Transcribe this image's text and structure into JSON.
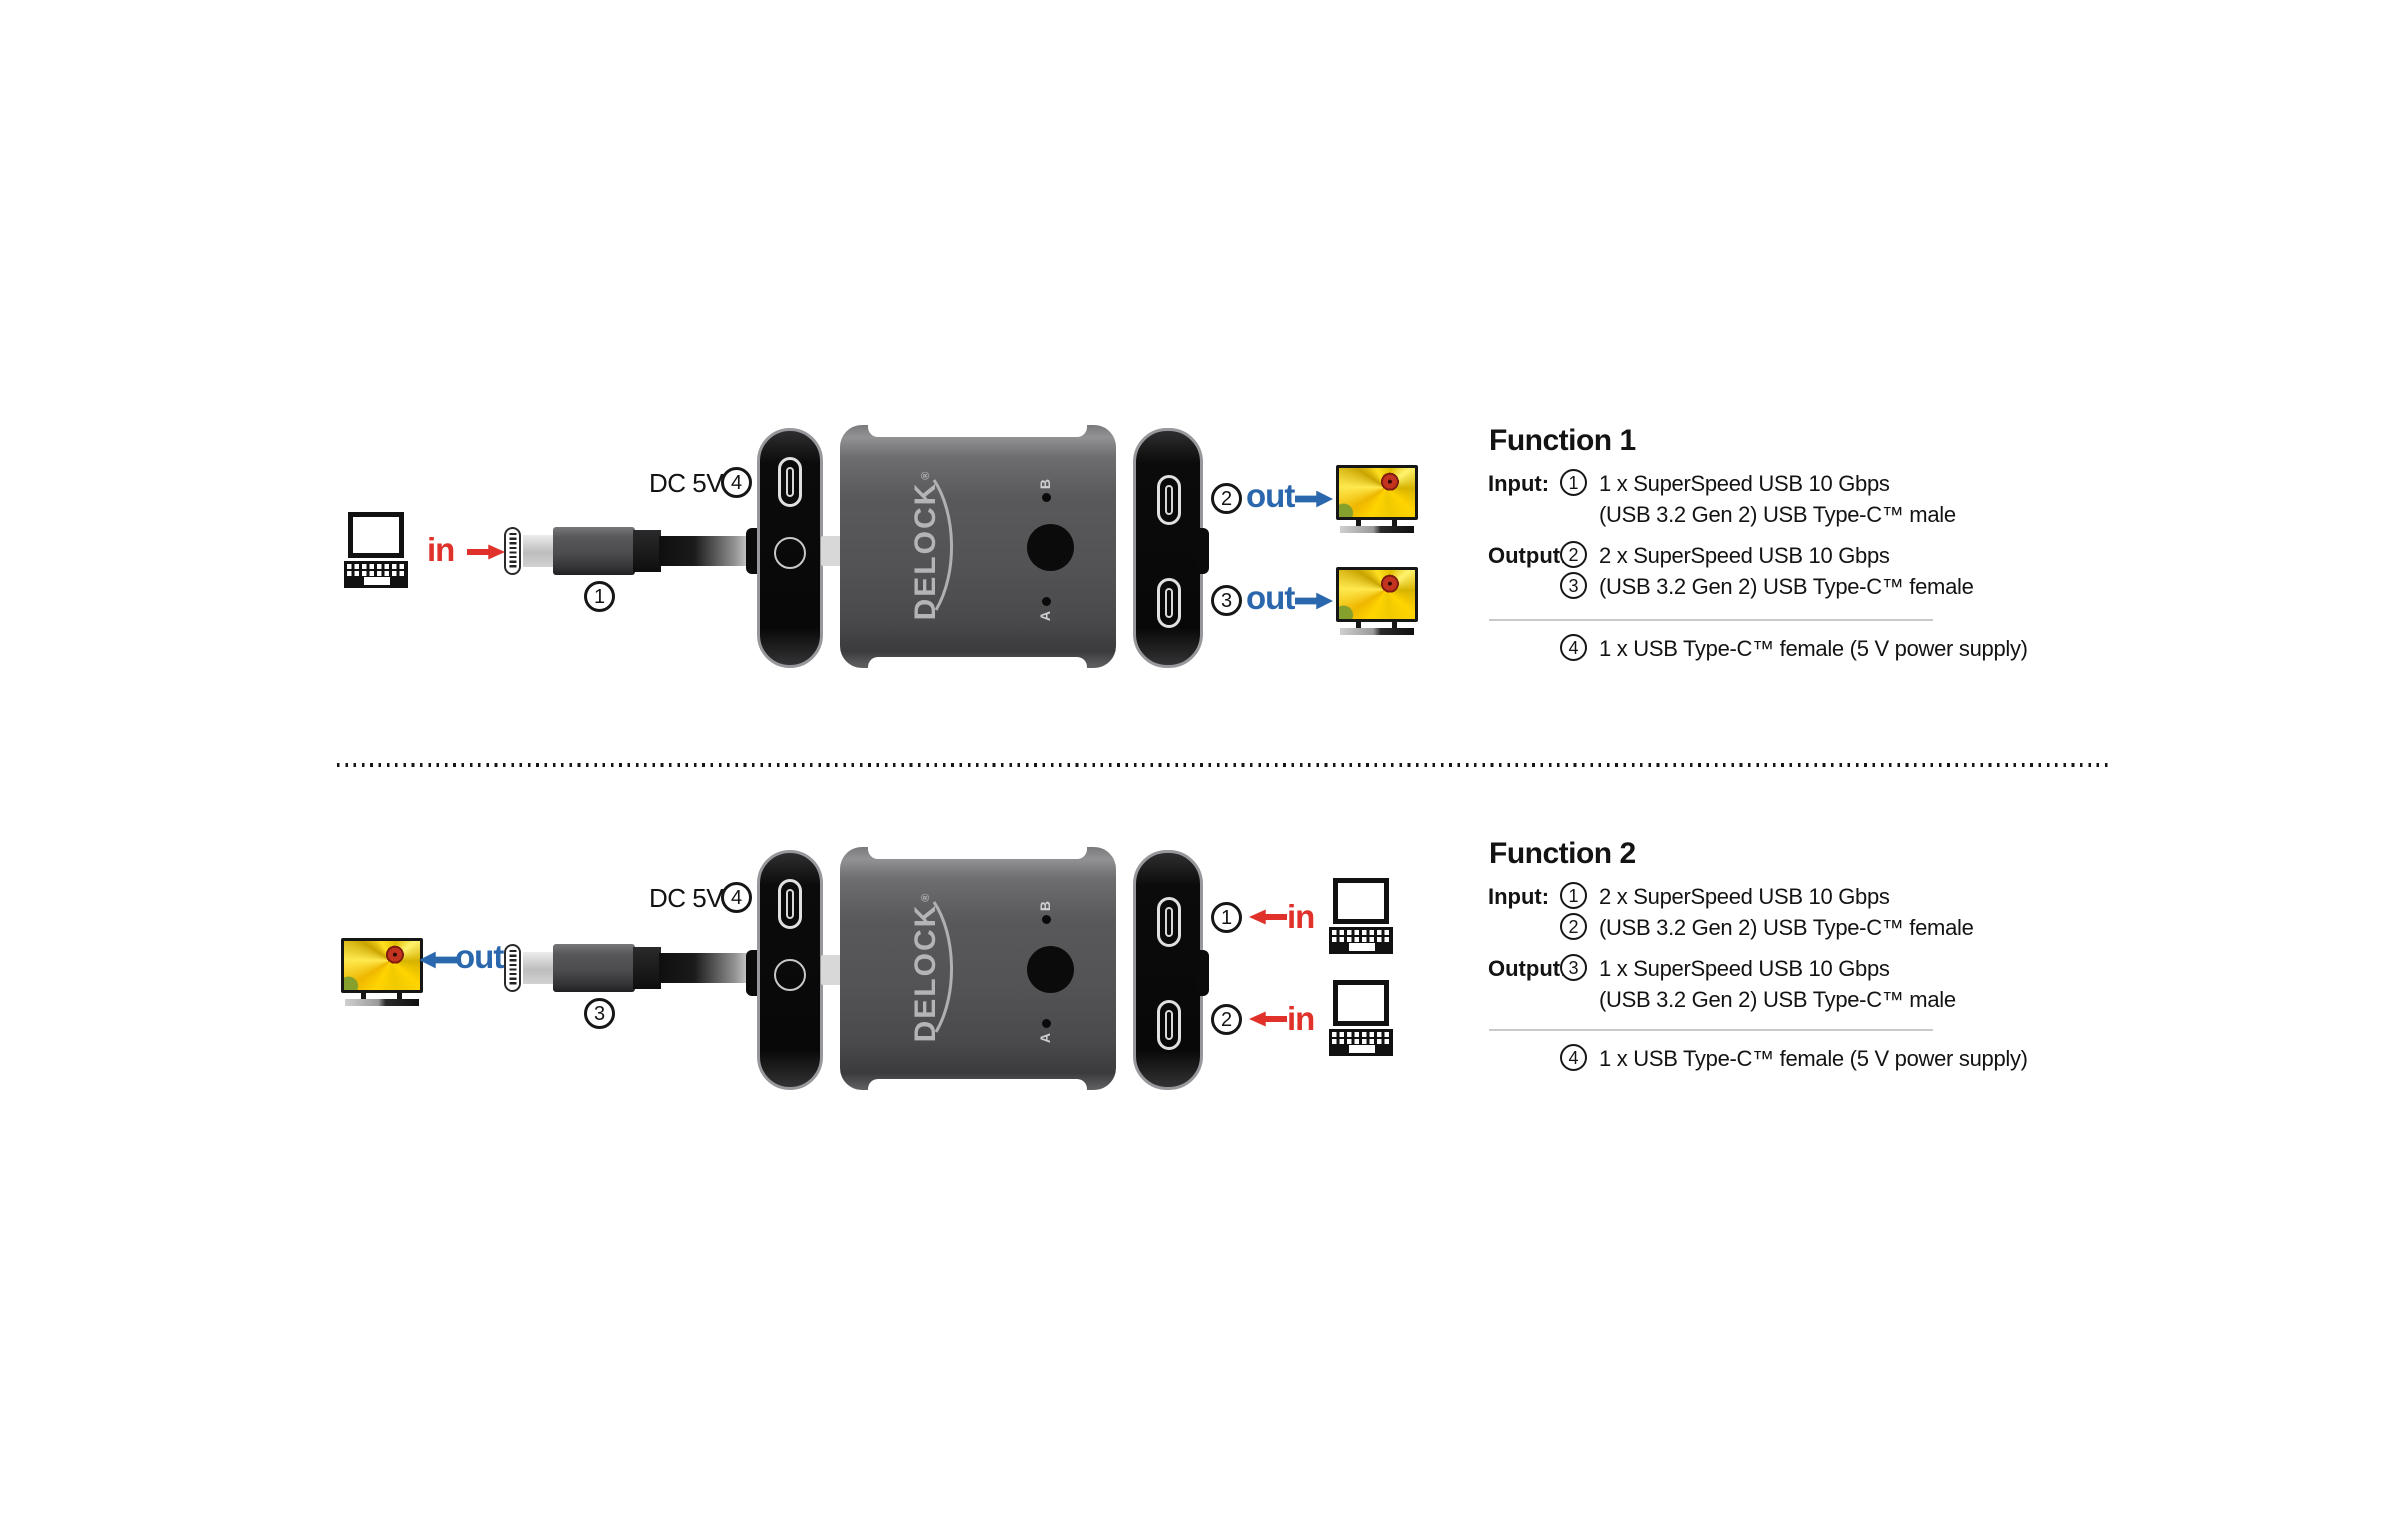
{
  "colors": {
    "background": "#ffffff",
    "accent_red": "#e0312a",
    "accent_blue": "#2b67ac",
    "device_gray": "#58585a",
    "panel_black": "#0d0d0d",
    "panel_border_gray": "#98989c",
    "logo_gray": "#b4b4b6",
    "divider_gray": "#c9c9c9",
    "text_black": "#131313"
  },
  "device": {
    "brand": "DELOCK",
    "reg_mark": "®",
    "led_top_label": "B",
    "led_bottom_label": "A"
  },
  "diagram1": {
    "in_label": "in",
    "plug_num": "1",
    "dc_label": "DC 5V",
    "dc_num": "4",
    "out_top_num": "2",
    "out_top_label": "out",
    "out_bottom_num": "3",
    "out_bottom_label": "out"
  },
  "diagram2": {
    "out_label": "out",
    "plug_num": "3",
    "dc_label": "DC 5V",
    "dc_num": "4",
    "in_top_num": "1",
    "in_top_label": "in",
    "in_bottom_num": "2",
    "in_bottom_label": "in"
  },
  "function1": {
    "title": "Function 1",
    "input_label": "Input:",
    "input_num": "1",
    "input_line1": "1 x SuperSpeed USB 10 Gbps",
    "input_line2": "(USB 3.2 Gen 2) USB Type-C™ male",
    "output_label": "Output:",
    "output_num1": "2",
    "output_line1": "2 x SuperSpeed USB 10 Gbps",
    "output_num2": "3",
    "output_line2": "(USB 3.2 Gen 2) USB Type-C™ female",
    "power_num": "4",
    "power_line": "1 x USB Type-C™ female (5 V power supply)"
  },
  "function2": {
    "title": "Function 2",
    "input_label": "Input:",
    "input_num1": "1",
    "input_line1": "2 x SuperSpeed USB 10 Gbps",
    "input_num2": "2",
    "input_line2": "(USB 3.2 Gen 2) USB Type-C™ female",
    "output_label": "Output:",
    "output_num": "3",
    "output_line1": "1 x SuperSpeed USB 10 Gbps",
    "output_line2": "(USB 3.2 Gen 2) USB Type-C™ male",
    "power_num": "4",
    "power_line": "1 x USB Type-C™ female (5 V power supply)"
  }
}
